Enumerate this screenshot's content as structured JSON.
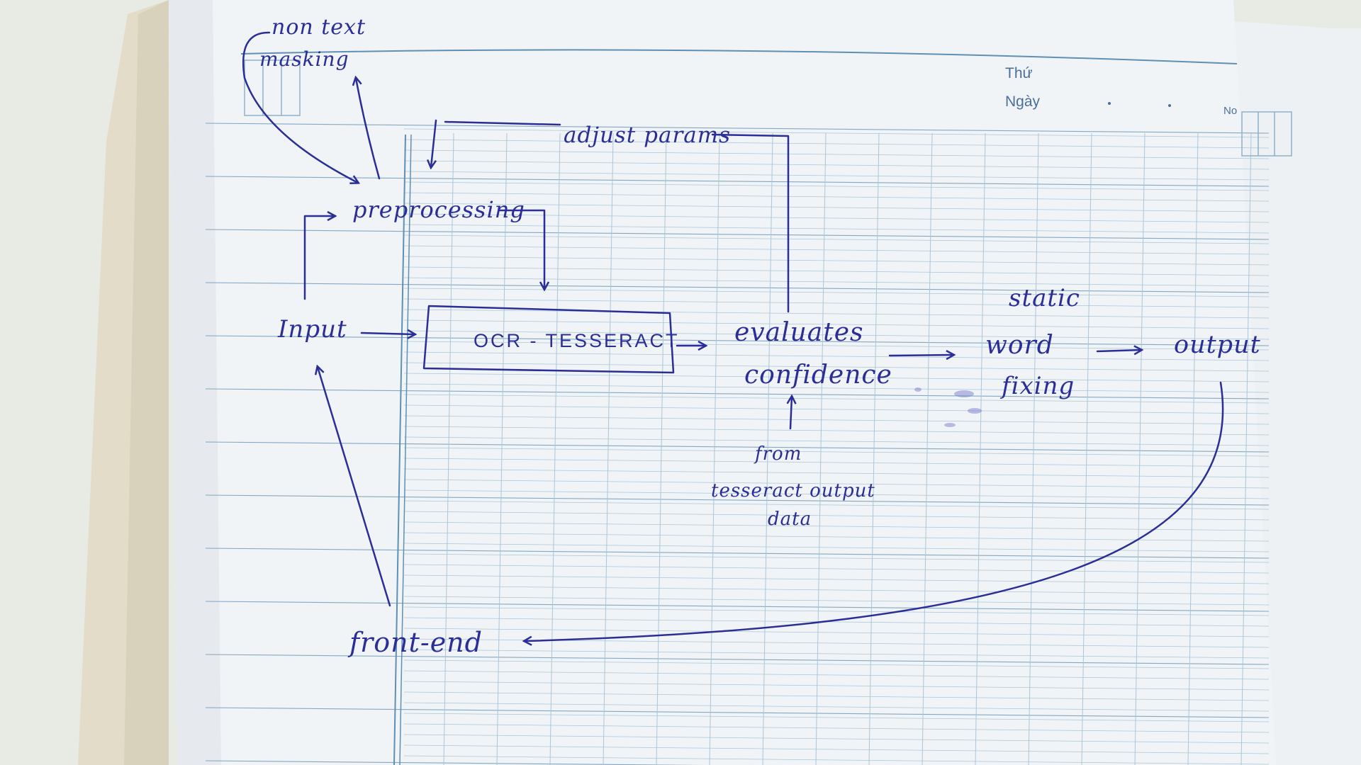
{
  "notebook": {
    "header": {
      "day_label": "Thứ",
      "date_label": "Ngày",
      "number_label": "No"
    }
  },
  "diagram": {
    "nodes": {
      "non_text_masking": {
        "line1": "non text",
        "line2": "masking"
      },
      "adjust_params": "adjust params",
      "preprocessing": "preprocessing",
      "input": "Input",
      "ocr_tesseract": "OCR - TESSERACT",
      "evaluates_confidence": {
        "line1": "evaluates",
        "line2": "confidence"
      },
      "confidence_source": {
        "line1": "from",
        "line2": "tesseract output",
        "line3": "data"
      },
      "static_word_fixing": {
        "line1": "static",
        "line2": "word",
        "line3": "fixing"
      },
      "output": "output",
      "front_end": "front-end"
    },
    "colors": {
      "ink": "#2a2e96",
      "grid": "#a9c6d8",
      "rule": "#5f8fb3",
      "paper": "#f1f4f7"
    }
  }
}
